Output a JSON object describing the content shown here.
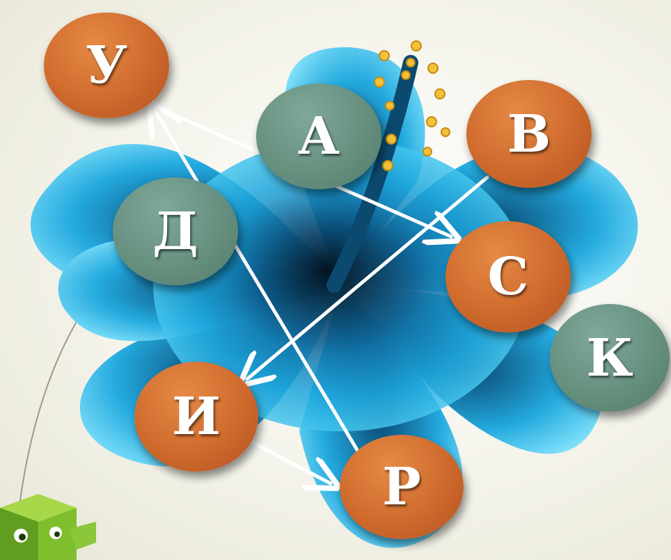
{
  "letters": {
    "u": "У",
    "a": "А",
    "v": "В",
    "d": "Д",
    "s": "С",
    "k": "К",
    "i": "И",
    "r": "Р"
  },
  "colors": {
    "orange": "#cf6a2d",
    "green": "#67907f",
    "arrow": "#ffffff",
    "flower_light": "#3fc8f0",
    "flower_dark": "#0a4e7a"
  },
  "icons": [
    "flower-image",
    "cube-character-icon"
  ]
}
